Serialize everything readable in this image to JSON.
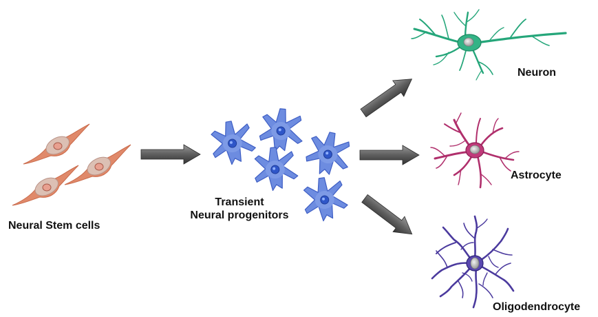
{
  "labels": {
    "stem": "Neural Stem cells",
    "progenitor_line1": "Transient",
    "progenitor_line2": "Neural progenitors",
    "neuron": "Neuron",
    "astrocyte": "Astrocyte",
    "oligodendrocyte": "Oligodendrocyte"
  },
  "colors": {
    "stem_cell": "#e0896a",
    "stem_body": "#d8b4a6",
    "progenitor": "#5a7ad6",
    "progenitor_nucleus": "#2f56c8",
    "neuron": "#2aa87e",
    "astrocyte": "#b0306e",
    "oligodendrocyte": "#4a3aa0",
    "arrow": "#5a5a5a"
  },
  "icons": [
    "stem-cell-icon",
    "progenitor-cell-icon",
    "neuron-icon",
    "astrocyte-icon",
    "oligodendrocyte-icon",
    "arrow-right-icon"
  ]
}
